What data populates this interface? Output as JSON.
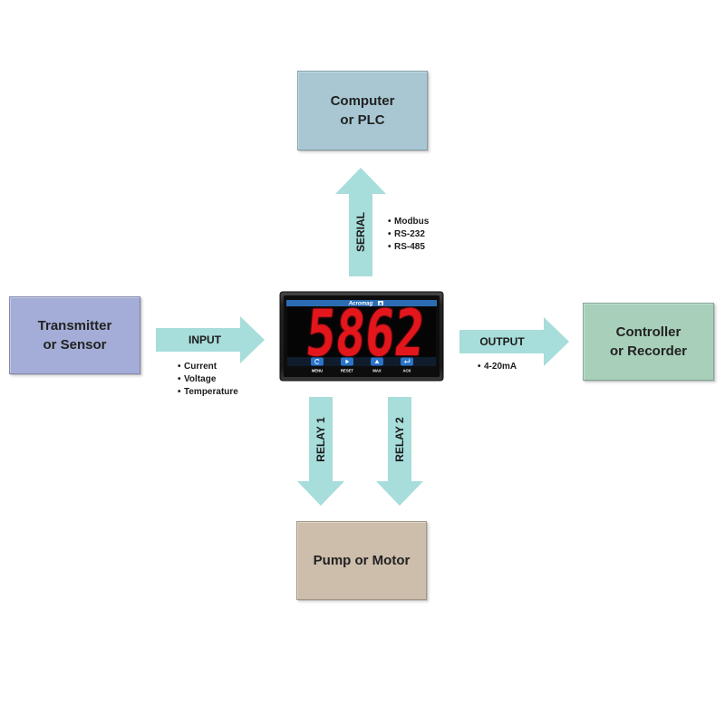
{
  "nodes": {
    "computer": {
      "lines": [
        "Computer",
        "or PLC"
      ],
      "color": "#a8c7d3"
    },
    "transmitter": {
      "lines": [
        "Transmitter",
        "or Sensor"
      ],
      "color": "#a4add7"
    },
    "controller": {
      "lines": [
        "Controller",
        "or Recorder"
      ],
      "color": "#a8cfba"
    },
    "pump": {
      "label": "Pump or Motor",
      "color": "#cdbdab"
    }
  },
  "connections": {
    "serial": {
      "label": "SERIAL",
      "items": [
        "Modbus",
        "RS-232",
        "RS-485"
      ]
    },
    "input": {
      "label": "INPUT",
      "items": [
        "Current",
        "Voltage",
        "Temperature"
      ]
    },
    "output": {
      "label": "OUTPUT",
      "items": [
        "4-20mA"
      ]
    },
    "relay_1": {
      "label": "RELAY 1"
    },
    "relay_2": {
      "label": "RELAY 2"
    }
  },
  "device": {
    "brand": "Acromag",
    "display_value": "5862",
    "buttons": [
      {
        "label": "MENU",
        "icon": "loop-arrow-icon"
      },
      {
        "label": "RESET",
        "icon": "play-icon"
      },
      {
        "label": "MAX",
        "icon": "up-triangle-icon"
      },
      {
        "label": "ACK",
        "icon": "return-arrow-icon"
      }
    ]
  },
  "colors": {
    "arrow": "#a7ddda",
    "display_digits": "#e3171e",
    "device_accent": "#2b6cb3",
    "button": "#2a74c9"
  }
}
